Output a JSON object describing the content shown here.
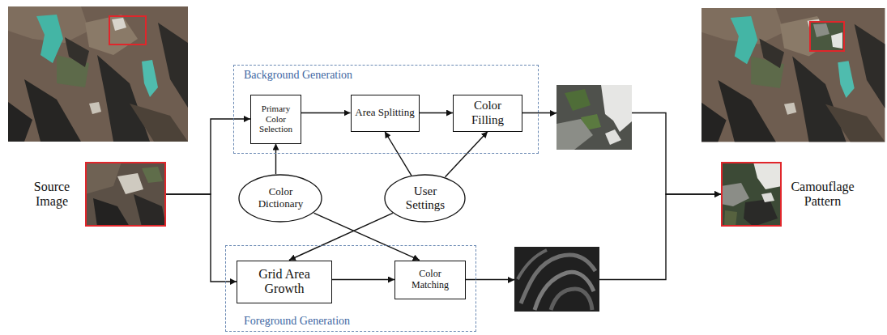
{
  "diagram": {
    "nodes": [
      {
        "text": [
          "Source Image"
        ]
      },
      {
        "text": [
          "Background Generation"
        ]
      },
      {
        "text": [
          "Primary Color Selection"
        ],
        "in": 1
      },
      {
        "text": [
          "Area Splitting"
        ],
        "in": 1
      },
      {
        "text": [
          "Color Filling"
        ],
        "in": 1
      },
      {
        "text": [
          "Color Dictionary"
        ]
      },
      {
        "text": [
          "User Settings"
        ]
      },
      {
        "text": [
          "Foreground Generation"
        ]
      },
      {
        "text": [
          "Grid Area Growth"
        ],
        "in": 7
      },
      {
        "text": [
          "Color Matching"
        ],
        "in": 7
      },
      {
        "text": [
          "Camouflage Pattern"
        ]
      }
    ],
    "edges": [
      {
        "from": 0,
        "to": 2,
        "arrow": "to"
      },
      {
        "from": 0,
        "to": 8,
        "arrow": "to"
      },
      {
        "from": 2,
        "to": 3,
        "arrow": "to"
      },
      {
        "from": 3,
        "to": 4,
        "arrow": "to"
      },
      {
        "from": 5,
        "to": 2,
        "arrow": "to"
      },
      {
        "from": 6,
        "to": 3,
        "arrow": "to"
      },
      {
        "from": 6,
        "to": 4,
        "arrow": "to"
      },
      {
        "from": 5,
        "to": 9,
        "arrow": "to"
      },
      {
        "from": 6,
        "to": 8,
        "arrow": "to"
      },
      {
        "from": 8,
        "to": 9,
        "arrow": "to"
      },
      {
        "from": 4,
        "to": 10,
        "arrow": "to"
      },
      {
        "from": 9,
        "to": 10,
        "arrow": "to"
      }
    ]
  }
}
